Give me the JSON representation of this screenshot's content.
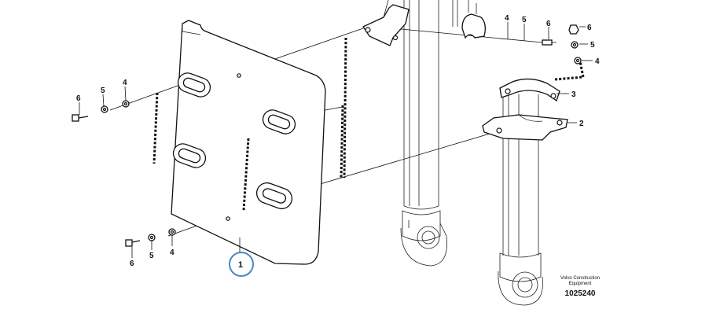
{
  "callouts": {
    "plate": "1",
    "bracket_lower": "2",
    "clamp_upper": "3",
    "washer_top_a": "4",
    "spacer_top_a": "5",
    "bolt_top_a": "6",
    "nut_right": "6",
    "spacer_right": "5",
    "washer_right": "4",
    "bolt_left_upper": "6",
    "spacer_left_upper": "5",
    "washer_left_upper": "4",
    "bolt_left_lower": "6",
    "spacer_left_lower": "5",
    "washer_left_lower": "4"
  },
  "brand": {
    "line1": "Volvo Construction",
    "line2": "Equipment"
  },
  "document_number": "1025240",
  "highlight_color": "#4a86c8"
}
